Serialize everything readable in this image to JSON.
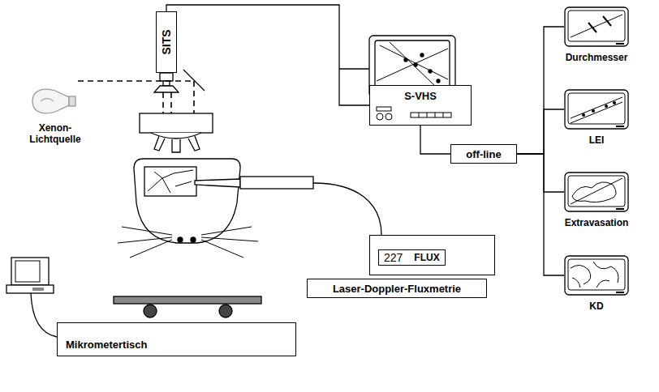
{
  "diagram": {
    "nodes": [
      {
        "text": [
          "SITS"
        ]
      },
      {
        "text": [
          "S-VHS"
        ]
      },
      {
        "text": [
          "off-line"
        ]
      },
      {
        "text": [
          "Durchmesser"
        ]
      },
      {
        "text": [
          "LEI"
        ]
      },
      {
        "text": [
          "Extravasation"
        ]
      },
      {
        "text": [
          "KD"
        ]
      },
      {
        "text": [
          "227",
          "FLUX"
        ]
      },
      {
        "text": [
          "Laser-Doppler-Fluxmetrie"
        ]
      },
      {
        "text": [
          "Mikrometertisch"
        ]
      }
    ],
    "edges": [
      {
        "from": 0,
        "to": 1,
        "arrow": "none"
      },
      {
        "from": 1,
        "to": 2,
        "arrow": "none"
      },
      {
        "from": 2,
        "to": 3,
        "arrow": "none"
      },
      {
        "from": 2,
        "to": 4,
        "arrow": "none"
      },
      {
        "from": 2,
        "to": 5,
        "arrow": "none"
      },
      {
        "from": 2,
        "to": 6,
        "arrow": "none"
      }
    ],
    "labels": [
      "Xenon-Lichtquelle"
    ]
  }
}
